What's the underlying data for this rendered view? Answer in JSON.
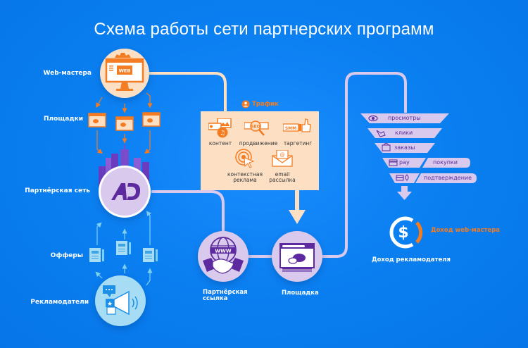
{
  "title": "Схема работы сети партнерских программ",
  "colors": {
    "background": "#0a7ff0",
    "orange": "#f47b20",
    "peach": "#fde0c4",
    "lavender": "#d9c9ec",
    "purple": "#5b2c9e",
    "light_blue": "#a6ddf5",
    "offer_blue": "#7fd0f0"
  },
  "left_column": {
    "webmasters": {
      "label": "Web-мастера",
      "icon": "web-monitor-gear-icon",
      "badge": "WEB"
    },
    "platforms": {
      "label": "Площадки",
      "icon": "browser-window-icon",
      "count": 3
    },
    "network": {
      "label": "Партнёрская сеть",
      "icon": "ad-logo-icon",
      "logo_text": "AD"
    },
    "offers": {
      "label": "Офферы",
      "icon": "document-pen-icon",
      "count": 3
    },
    "advertisers": {
      "label": "Рекламодатели",
      "icon": "megaphone-icon"
    }
  },
  "traffic": {
    "title": "Трафик",
    "icon": "user-circle-icon",
    "items": [
      {
        "label": "контент",
        "icon": "content-media-icon"
      },
      {
        "label": "продвижение",
        "icon": "seo-magnifier-icon",
        "badge": "SEO"
      },
      {
        "label": "таргетинг",
        "icon": "smm-thumbs-up-icon",
        "badge": "SMM"
      },
      {
        "label": "контекстная реклама",
        "line1": "контекстная",
        "line2": "реклама",
        "icon": "target-cursor-icon"
      },
      {
        "label": "email рассылка",
        "line1": "email",
        "line2": "рассылка",
        "icon": "email-envelope-icon"
      }
    ]
  },
  "middle": {
    "partner_link": {
      "label_line1": "Партнёрская",
      "label_line2": "ссылка",
      "icon": "www-handshake-icon",
      "badge": "WWW"
    },
    "platform": {
      "label": "Площадка",
      "icon": "browser-chat-icon"
    }
  },
  "funnel": {
    "steps": [
      {
        "label": "просмотры",
        "icon": "eye-icon"
      },
      {
        "label": "клики",
        "icon": "hand-click-icon"
      },
      {
        "label": "заказы",
        "icon": "basket-icon"
      },
      {
        "label": "pay",
        "icon": "credit-card-icon",
        "side_label": "покупки"
      },
      {
        "label": "",
        "icon": "card-fire-icon",
        "side_label": "подтверждение"
      }
    ]
  },
  "income": {
    "advertiser_label": "Доход рекламодателя",
    "webmaster_label": "Доход web-мастера",
    "icon": "dollar-ring-icon",
    "symbol": "$"
  }
}
